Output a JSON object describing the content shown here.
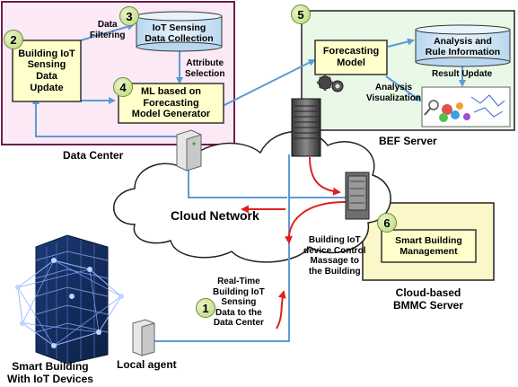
{
  "steps": {
    "s1": "1",
    "s2": "2",
    "s3": "3",
    "s4": "4",
    "s5": "5",
    "s6": "6"
  },
  "data_center": {
    "title": "Data Center",
    "building_update": "Building IoT\nSensing\nData\nUpdate",
    "sensing_collection": "IoT Sensing\nData Collection",
    "data_filtering": "Data\nFiltering",
    "attribute_selection": "Attribute\nSelection",
    "ml_generator": "ML based on\nForecasting\nModel Generator"
  },
  "bef_server": {
    "title": "BEF Server",
    "forecasting_model": "Forecasting\nModel",
    "analysis_rule": "Analysis and\nRule Information",
    "result_update": "Result Update",
    "analysis_visualization": "Analysis\nVisualization"
  },
  "cloud": {
    "label": "Cloud Network"
  },
  "bmmc": {
    "control_message": "Building IoT\ndevice Control\nMassage to\nthe Building",
    "management": "Smart Building\nManagement",
    "title": "Cloud-based\nBMMC Server"
  },
  "building": {
    "realtime": "Real-Time\nBuilding IoT\nSensing\nData to the\nData Center",
    "local_agent": "Local agent",
    "title": "Smart Building\nWith IoT Devices"
  },
  "colors": {
    "arrow_blue": "#5b9bd5",
    "arrow_red": "#e02020",
    "dc_fill": "#fbe9f6",
    "dc_border": "#6b1f4f",
    "bef_fill": "#e9f8e7",
    "bmmc_fill": "#fbf7c8",
    "box_fill": "#ffffcc",
    "db_fill": "#d4e8f7"
  }
}
